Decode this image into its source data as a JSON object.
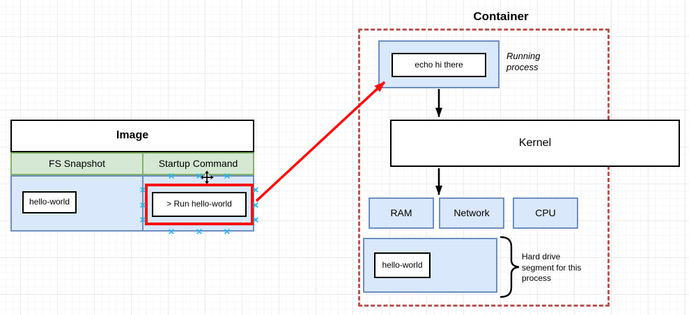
{
  "image_table": {
    "title": "Image",
    "columns": [
      {
        "header": "FS Snapshot",
        "item": "hello-world"
      },
      {
        "header": "Startup Command",
        "item": "> Run hello-world"
      }
    ]
  },
  "container": {
    "title": "Container",
    "process_command": "echo hi there",
    "process_label": "Running process",
    "kernel_label": "Kernel",
    "resources": [
      "RAM",
      "Network",
      "CPU"
    ],
    "hard_drive_item": "hello-world",
    "hard_drive_label": "Hard drive segment for this process"
  },
  "colors": {
    "cell_fill_blue": "#dae8fc",
    "cell_stroke_blue": "#6c8ebf",
    "header_fill_green": "#d5e8d4",
    "header_stroke_green": "#82b366",
    "container_dash_red": "#b85450",
    "selection_red": "#ff0d0d",
    "arrow_red": "#ff0d0d",
    "arrow_black": "#000000",
    "connection_point_blue": "#29b6f2"
  },
  "icons": {
    "move_cursor": "move-cursor-icon",
    "connection_point": "connection-point-icon",
    "curly_brace": "curly-brace-icon",
    "down_arrow": "arrow-down-icon",
    "red_arrow": "arrow-red-icon"
  }
}
